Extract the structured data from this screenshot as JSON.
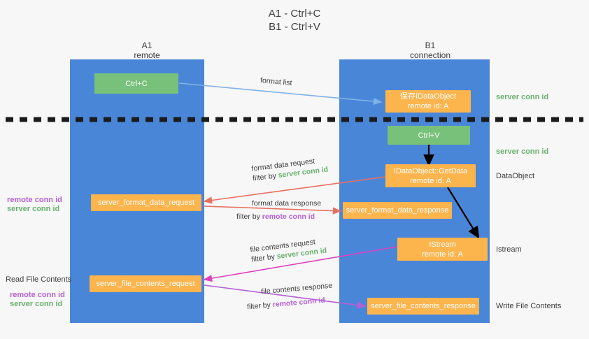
{
  "diagram": {
    "title_line1": "A1 - Ctrl+C",
    "title_line2": "B1 - Ctrl+V",
    "colors": {
      "lane": "#4a86d8",
      "green_box": "#78c17a",
      "orange_box": "#fcb44d",
      "server_conn_id": "#67b26c",
      "remote_conn_id": "#b560d4",
      "arrow_blue": "#7fb2e5",
      "arrow_red": "#e8705f",
      "arrow_magenta": "#e040c0",
      "arrow_purple": "#b560d4",
      "arrow_black": "#000000",
      "background": "#f7f7f7"
    },
    "columns": [
      {
        "id": "A1",
        "label_line1": "A1",
        "label_line2": "remote"
      },
      {
        "id": "B1",
        "label_line1": "B1",
        "label_line2": "connection"
      }
    ],
    "nodes": [
      {
        "id": "ctrl-c",
        "line1": "Ctrl+C",
        "line2": "",
        "kind": "green"
      },
      {
        "id": "save-idataobject",
        "line1": "保存IDataObject",
        "line2": "remote id: A",
        "kind": "orange"
      },
      {
        "id": "ctrl-v",
        "line1": "Ctrl+V",
        "line2": "",
        "kind": "green"
      },
      {
        "id": "getdata",
        "line1": "IDataObject::GetData",
        "line2": "remote id: A",
        "kind": "orange"
      },
      {
        "id": "server-format-data-request",
        "line1": "server_format_data_request",
        "line2": "",
        "kind": "orange"
      },
      {
        "id": "server-format-data-response",
        "line1": "server_format_data_response",
        "line2": "",
        "kind": "orange"
      },
      {
        "id": "istream",
        "line1": "IStream",
        "line2": "remote id: A",
        "kind": "orange"
      },
      {
        "id": "server-file-contents-request",
        "line1": "server_file_contents_request",
        "line2": "",
        "kind": "orange"
      },
      {
        "id": "server-file-contents-response",
        "line1": "server_file_contents_response",
        "line2": "",
        "kind": "orange"
      }
    ],
    "edge_labels": [
      {
        "id": "format-list",
        "line1": "format list",
        "filter_prefix": "",
        "filter_value": ""
      },
      {
        "id": "format-data-request",
        "line1": "format data request",
        "filter_prefix": "filter by ",
        "filter_value": "server conn id",
        "filter_class": "green"
      },
      {
        "id": "format-data-response",
        "line1": "format data response",
        "filter_prefix": "filter by ",
        "filter_value": "remote conn id",
        "filter_class": "purple"
      },
      {
        "id": "file-contents-request",
        "line1": "file contents request",
        "filter_prefix": "filter by ",
        "filter_value": "server conn id",
        "filter_class": "green"
      },
      {
        "id": "file-contents-response",
        "line1": "file contents response",
        "filter_prefix": "filter by ",
        "filter_value": "remote conn id",
        "filter_class": "purple"
      }
    ],
    "right_notes": [
      {
        "id": "server-conn-id-top",
        "text": "server conn id",
        "kind": "green"
      },
      {
        "id": "server-conn-id-second",
        "text": "server conn id",
        "kind": "green"
      },
      {
        "id": "dataobject",
        "text": "DataObject",
        "kind": "dark"
      },
      {
        "id": "istream-note",
        "text": "Istream",
        "kind": "dark"
      },
      {
        "id": "write-file-contents",
        "text": "Write File Contents",
        "kind": "dark"
      }
    ],
    "left_notes": [
      {
        "id": "remote-conn-id-mid",
        "text": "remote conn id",
        "kind": "purple"
      },
      {
        "id": "server-conn-id-mid",
        "text": "server conn id",
        "kind": "green"
      },
      {
        "id": "read-file-contents",
        "text": "Read File Contents",
        "kind": "dark"
      },
      {
        "id": "remote-conn-id-low",
        "text": "remote conn id",
        "kind": "purple"
      },
      {
        "id": "server-conn-id-low",
        "text": "server conn id",
        "kind": "green"
      }
    ]
  }
}
